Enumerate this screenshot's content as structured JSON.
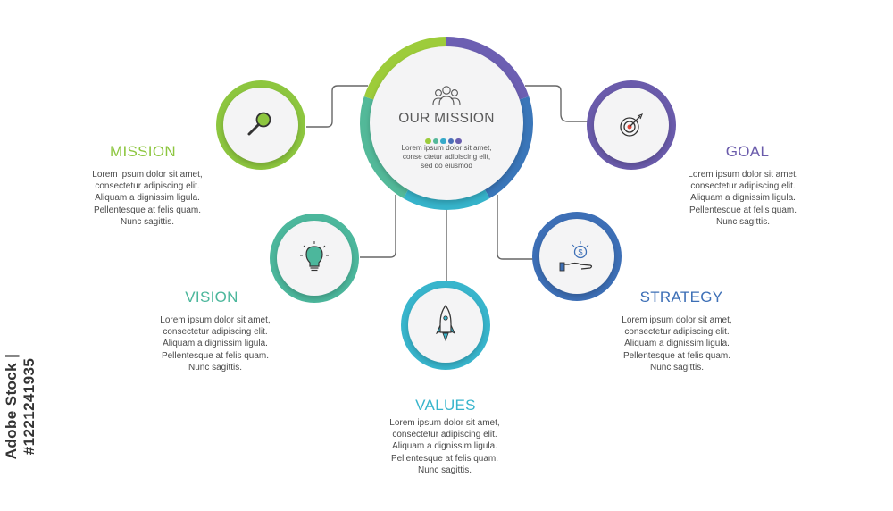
{
  "center": {
    "title": "OUR MISSION",
    "text_lines": [
      "Lorem ipsum dolor sit amet,",
      "conse ctetur adipiscing elit,",
      "sed do eiusmod"
    ],
    "icon": "team-icon",
    "dot_colors": [
      "#9ccc3c",
      "#54b89a",
      "#36a9c9",
      "#4a6fb8",
      "#6b5fb0"
    ]
  },
  "items": [
    {
      "id": "mission",
      "title": "MISSION",
      "icon": "magnifier-icon",
      "color": "#8dc63f",
      "lines": [
        "Lorem ipsum dolor sit amet,",
        "consectetur adipiscing elit.",
        "Aliquam a dignissim ligula.",
        "Pellentesque at felis quam.",
        "Nunc sagittis."
      ]
    },
    {
      "id": "vision",
      "title": "VISION",
      "icon": "lightbulb-icon",
      "color": "#4cb79c",
      "lines": [
        "Lorem ipsum dolor sit amet,",
        "consectetur adipiscing elit.",
        "Aliquam a dignissim ligula.",
        "Pellentesque at felis quam.",
        "Nunc sagittis."
      ]
    },
    {
      "id": "values",
      "title": "VALUES",
      "icon": "rocket-icon",
      "color": "#38b5cc",
      "lines": [
        "Lorem ipsum dolor sit amet,",
        "consectetur adipiscing elit.",
        "Aliquam a dignissim ligula.",
        "Pellentesque at felis quam.",
        "Nunc sagittis."
      ]
    },
    {
      "id": "strategy",
      "title": "STRATEGY",
      "icon": "hand-coin-icon",
      "color": "#3d6fb6",
      "lines": [
        "Lorem ipsum dolor sit amet,",
        "consectetur adipiscing elit.",
        "Aliquam a dignissim ligula.",
        "Pellentesque at felis quam.",
        "Nunc sagittis."
      ]
    },
    {
      "id": "goal",
      "title": "GOAL",
      "icon": "target-icon",
      "color": "#6a5bab",
      "lines": [
        "Lorem ipsum dolor sit amet,",
        "consectetur adipiscing elit.",
        "Aliquam a dignissim ligula.",
        "Pellentesque at felis quam.",
        "Nunc sagittis."
      ]
    }
  ],
  "watermark": {
    "text": "Adobe Stock | #1221241935"
  }
}
